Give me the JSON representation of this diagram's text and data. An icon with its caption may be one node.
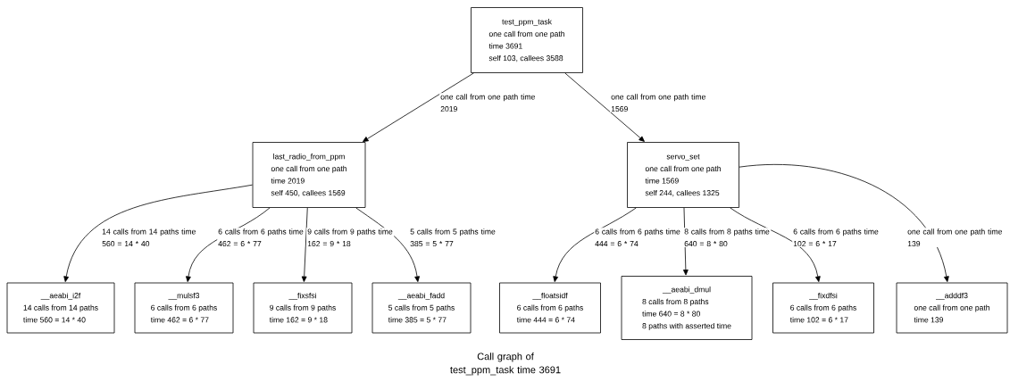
{
  "diagram": {
    "caption": "Call graph of test_ppm_task time 3691",
    "nodes": [
      {
        "text": [
          "test_ppm_task",
          "one call from one path",
          "time 3691",
          "self 103, callees 3588"
        ]
      },
      {
        "text": [
          "last_radio_from_ppm",
          "one call from one path",
          "time 2019",
          "self 450, callees 1569"
        ]
      },
      {
        "text": [
          "servo_set",
          "one call from one path",
          "time 1569",
          "self 244, callees 1325"
        ]
      },
      {
        "text": [
          "__aeabi_i2f",
          "14 calls from 14 paths",
          "time 560 = 14 * 40"
        ]
      },
      {
        "text": [
          "__mulsf3",
          "6 calls from 6 paths",
          "time 462 = 6 * 77"
        ]
      },
      {
        "text": [
          "__fixsfsi",
          "9 calls from 9 paths",
          "time 162 = 9 * 18"
        ]
      },
      {
        "text": [
          "__aeabi_fadd",
          "5 calls from 5 paths",
          "time 385 = 5 * 77"
        ]
      },
      {
        "text": [
          "__floatsidf",
          "6 calls from 6 paths",
          "time 444 = 6 * 74"
        ]
      },
      {
        "text": [
          "__aeabi_dmul",
          "8 calls from 8 paths",
          "time 640 = 8 * 80",
          "8 paths with asserted time"
        ]
      },
      {
        "text": [
          "__fixdfsi",
          "6 calls from 6 paths",
          "time 102 = 6 * 17"
        ]
      },
      {
        "text": [
          "__adddf3",
          "one call from one path",
          "time 139"
        ]
      }
    ],
    "edges": [
      {
        "from": 0,
        "to": 1,
        "arrow": "to",
        "label": "one call from one path time 2019"
      },
      {
        "from": 0,
        "to": 2,
        "arrow": "to",
        "label": "one call from one path time 1569"
      },
      {
        "from": 1,
        "to": 3,
        "arrow": "to",
        "label": "14 calls from 14 paths time 560 = 14 * 40"
      },
      {
        "from": 1,
        "to": 4,
        "arrow": "to",
        "label": "6 calls from 6 paths time 462 = 6 * 77"
      },
      {
        "from": 1,
        "to": 5,
        "arrow": "to",
        "label": "9 calls from 9 paths time 162 = 9 * 18"
      },
      {
        "from": 1,
        "to": 6,
        "arrow": "to",
        "label": "5 calls from 5 paths time 385 = 5 * 77"
      },
      {
        "from": 2,
        "to": 7,
        "arrow": "to",
        "label": "6 calls from 6 paths time 444 = 6 * 74"
      },
      {
        "from": 2,
        "to": 8,
        "arrow": "to",
        "label": "8 calls from 8 paths time 640 = 8 * 80"
      },
      {
        "from": 2,
        "to": 9,
        "arrow": "to",
        "label": "6 calls from 6 paths time 102 = 6 * 17"
      },
      {
        "from": 2,
        "to": 10,
        "arrow": "to",
        "label": "one call from one path time 139"
      }
    ]
  }
}
